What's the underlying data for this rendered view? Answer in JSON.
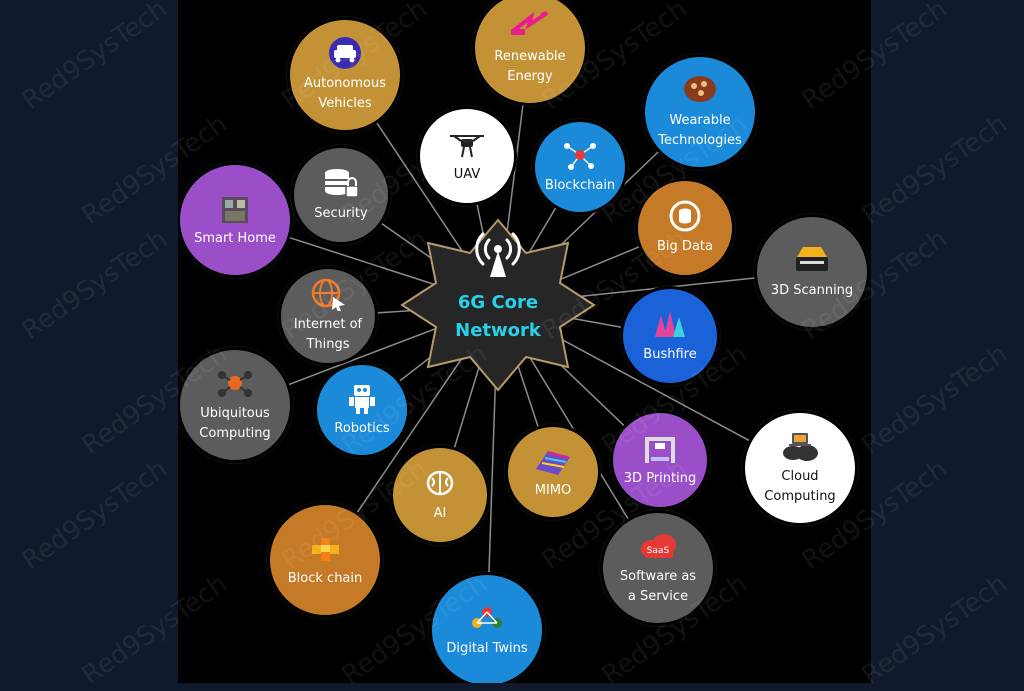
{
  "center": {
    "title": "6G Core\nNetwork",
    "icon": "antenna-signal-icon"
  },
  "watermark": "Red9SysTech",
  "nodes": [
    {
      "label": "Renewable\nEnergy",
      "color": "#c49236",
      "icon": "lightning-bolt-icon"
    },
    {
      "label": "Autonomous\nVehicles",
      "color": "#c49236",
      "icon": "car-icon"
    },
    {
      "label": "UAV",
      "color": "#ffffff",
      "icon": "drone-icon"
    },
    {
      "label": "Blockchain",
      "color": "#1b8ad8",
      "icon": "network-nodes-icon"
    },
    {
      "label": "Wearable\nTechnologies",
      "color": "#1b8ad8",
      "icon": "wearable-device-icon"
    },
    {
      "label": "Security",
      "color": "#5c5c5c",
      "icon": "database-lock-icon"
    },
    {
      "label": "Smart Home",
      "color": "#9a4fc8",
      "icon": "smart-home-icon"
    },
    {
      "label": "Big Data",
      "color": "#c47a26",
      "icon": "data-refresh-icon"
    },
    {
      "label": "3D Scanning",
      "color": "#5c5c5c",
      "icon": "scanner-icon"
    },
    {
      "label": "Internet of\nThings",
      "color": "#5c5c5c",
      "icon": "globe-cursor-icon"
    },
    {
      "label": "Bushfire",
      "color": "#1b62d8",
      "icon": "forest-fire-icon"
    },
    {
      "label": "Ubiquitous\nComputing",
      "color": "#5c5c5c",
      "icon": "ubiquitous-icon"
    },
    {
      "label": "Robotics",
      "color": "#1b8ad8",
      "icon": "robot-icon"
    },
    {
      "label": "3D Printing",
      "color": "#9a4fc8",
      "icon": "printer-3d-icon"
    },
    {
      "label": "Cloud\nComputing",
      "color": "#ffffff",
      "icon": "cloud-laptop-icon"
    },
    {
      "label": "MIMO",
      "color": "#c49236",
      "icon": "antenna-array-icon"
    },
    {
      "label": "AI",
      "color": "#c49236",
      "icon": "brain-icon"
    },
    {
      "label": "Block chain",
      "color": "#c47a26",
      "icon": "cubes-icon"
    },
    {
      "label": "Software as\na Service",
      "color": "#5c5c5c",
      "icon": "saas-cloud-icon"
    },
    {
      "label": "Digital Twins",
      "color": "#1b8ad8",
      "icon": "digital-twin-icon"
    }
  ]
}
